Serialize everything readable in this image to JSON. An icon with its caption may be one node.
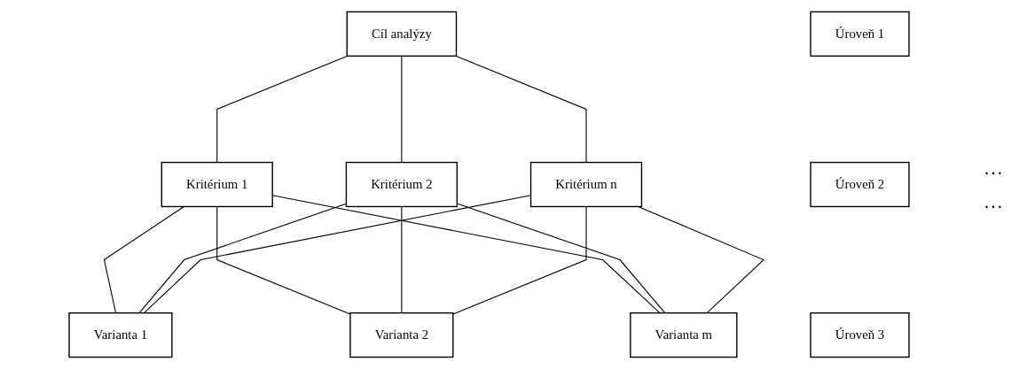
{
  "diagram": {
    "nodes": [
      {
        "text": [
          "Cíl analýzy"
        ]
      },
      {
        "text": [
          "Úroveň 1"
        ]
      },
      {
        "text": [
          "Kritérium 1"
        ]
      },
      {
        "text": [
          "Kritérium 2"
        ]
      },
      {
        "text": [
          "Kritérium n"
        ]
      },
      {
        "text": [
          "Úroveň 2"
        ]
      },
      {
        "text": [
          "Varianta 1"
        ]
      },
      {
        "text": [
          "Varianta 2"
        ]
      },
      {
        "text": [
          "Varianta m"
        ]
      },
      {
        "text": [
          "Úroveň 3"
        ]
      }
    ],
    "edges": [
      {
        "from": 0,
        "to": 2,
        "arrow": "none"
      },
      {
        "from": 0,
        "to": 3,
        "arrow": "none"
      },
      {
        "from": 0,
        "to": 4,
        "arrow": "none"
      },
      {
        "from": 2,
        "to": 6,
        "arrow": "none"
      },
      {
        "from": 2,
        "to": 7,
        "arrow": "none"
      },
      {
        "from": 2,
        "to": 8,
        "arrow": "none"
      },
      {
        "from": 3,
        "to": 6,
        "arrow": "none"
      },
      {
        "from": 3,
        "to": 7,
        "arrow": "none"
      },
      {
        "from": 3,
        "to": 8,
        "arrow": "none"
      },
      {
        "from": 4,
        "to": 6,
        "arrow": "none"
      },
      {
        "from": 4,
        "to": 7,
        "arrow": "none"
      },
      {
        "from": 4,
        "to": 8,
        "arrow": "none"
      }
    ],
    "labels": [
      "…",
      "…"
    ]
  }
}
